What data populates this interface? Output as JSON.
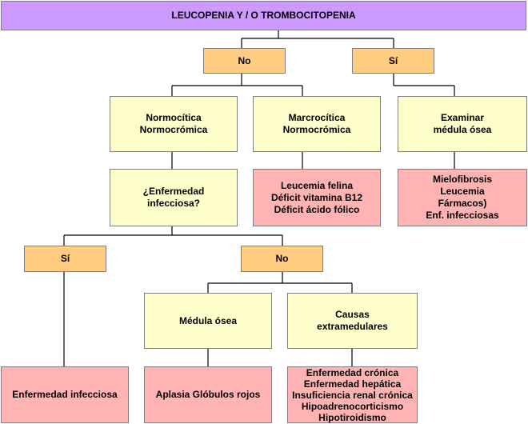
{
  "title": "LEUCOPENIA Y / O TROMBOCITOPENIA",
  "level1": {
    "no": "No",
    "si": "Sí"
  },
  "level2": {
    "normo": "Normocítica\nNormocrómica",
    "macro": "Marcrocítica\nNormocrómica",
    "examinar": "Examinar\nmédula ósea"
  },
  "level3": {
    "enfermedad_q": "¿Enfermedad\ninfecciosa?",
    "leucemia_felina": "Leucemia felina\nDéficit vitamina B12\nDéficit ácido fólico",
    "mielofibrosis": "Mielofibrosis\nLeucemia\nFármacos)\nEnf. infecciosas"
  },
  "level4": {
    "si": "Sí",
    "no": "No"
  },
  "level5": {
    "medula": "Médula ósea",
    "causas": "Causas\nextramedulares"
  },
  "level6": {
    "enfermedad_infecciosa": "Enfermedad infecciosa",
    "aplasia": "Aplasia Glóbulos rojos",
    "cronica": "Enfermedad crónica\nEnfermedad hepática\nInsuficiencia renal crónica\nHipoadrenocorticismo\nHipotiroidismo"
  }
}
